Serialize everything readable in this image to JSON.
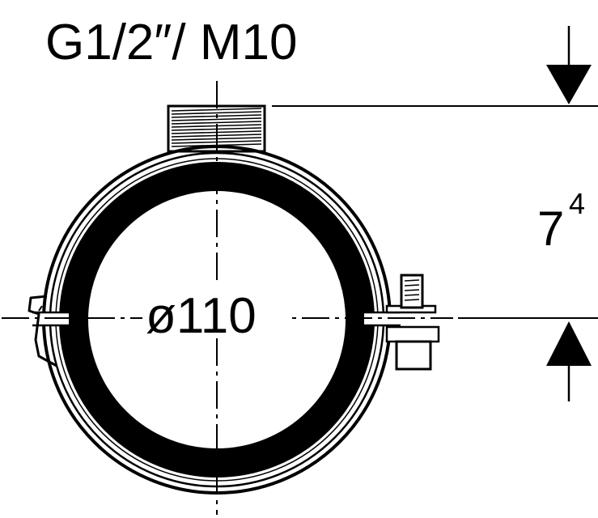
{
  "labels": {
    "thread_spec": "G1/2″/ M10",
    "diameter": "ø110",
    "offset_base": "7",
    "offset_sup": "4"
  },
  "colors": {
    "ink": "#000000",
    "paper": "#ffffff"
  }
}
